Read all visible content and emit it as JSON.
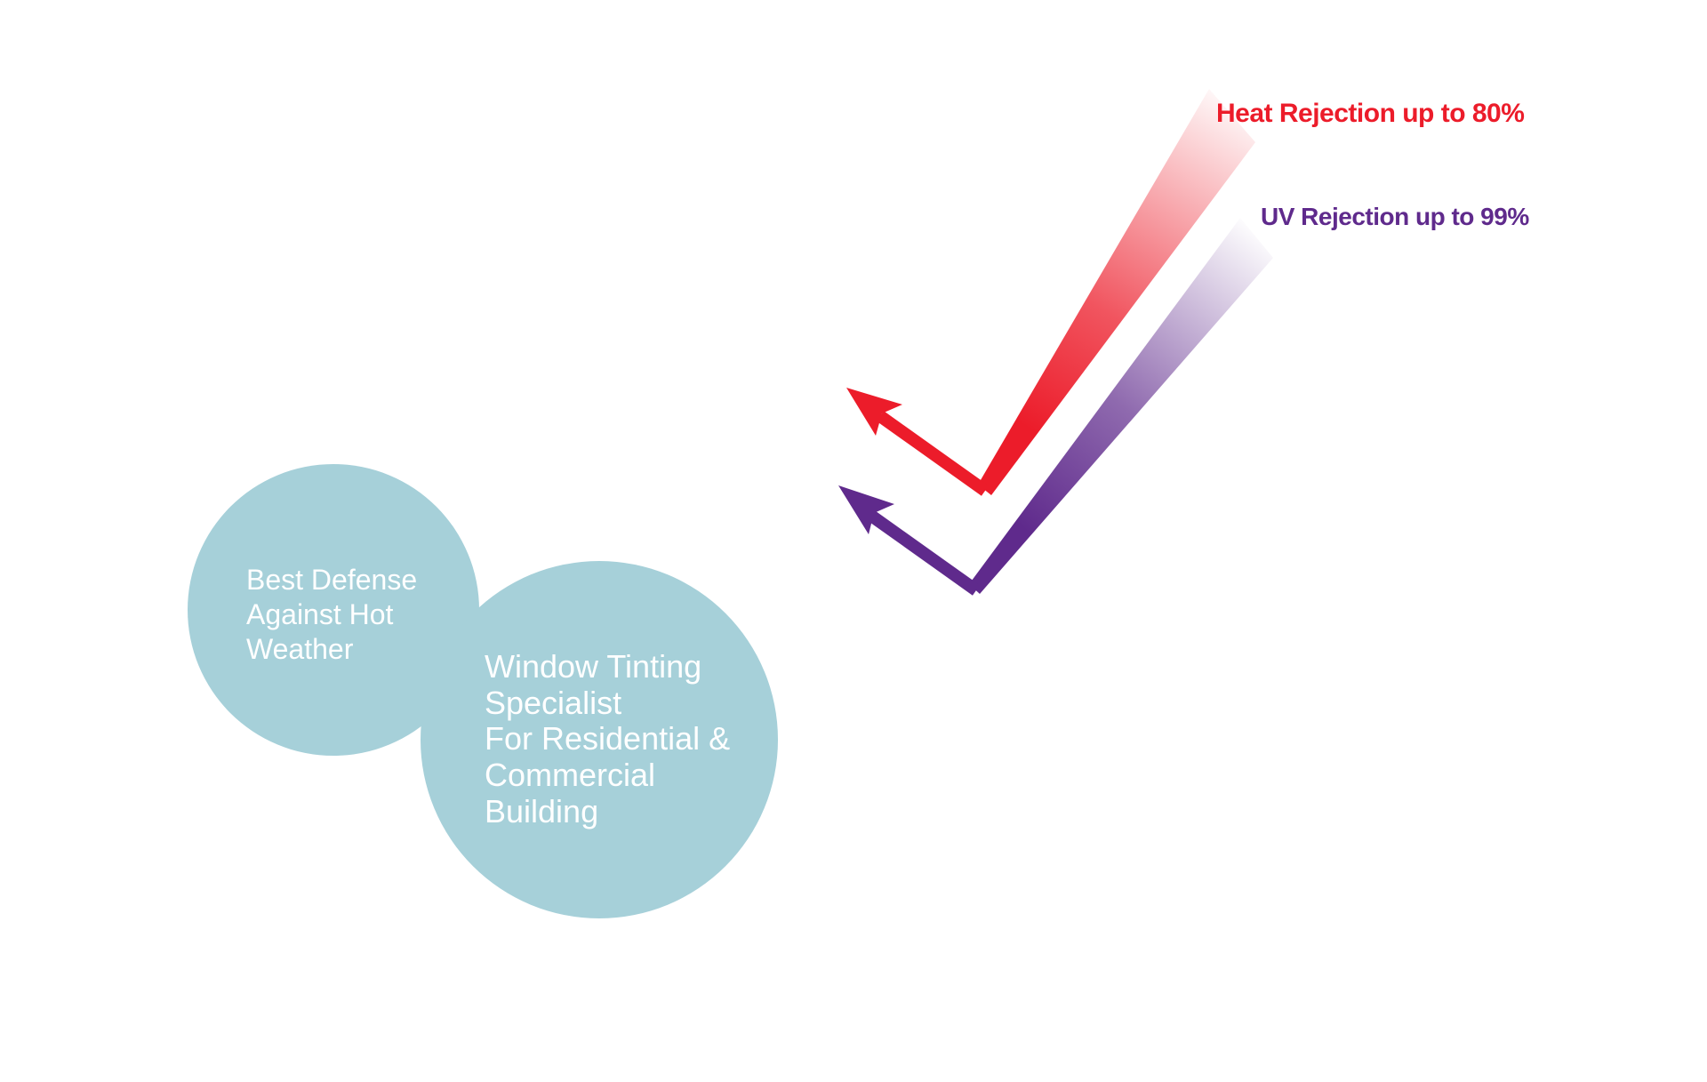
{
  "colors": {
    "circle": "#a6d0d9",
    "circle_text": "#ffffff",
    "heat": "#ec1c2a",
    "uv": "#5f2a8c",
    "background": "#ffffff"
  },
  "labels": {
    "heat": "Heat Rejection up to 80%",
    "uv": "UV Rejection up to 99%"
  },
  "circles": {
    "small_text": "Best Defense\nAgainst Hot\nWeather",
    "large_text": "Window Tinting\nSpecialist\nFor Residential &\nCommercial\nBuilding"
  },
  "icons": {
    "heat_arrow": "red-bent-arrow-icon",
    "uv_arrow": "purple-bent-arrow-icon"
  }
}
